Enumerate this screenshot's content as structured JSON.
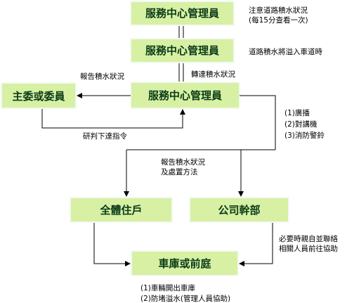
{
  "colors": {
    "box_fill": "#d7f0a4",
    "box_border": "#f2faf0",
    "box_text": "#0a3b17",
    "line": "#000000",
    "background": "#ffffff"
  },
  "boxes": {
    "manager_top": "服務中心管理員",
    "manager_mid": "服務中心管理員",
    "manager_main": "服務中心管理員",
    "committee": "主委或委員",
    "residents": "全體住戶",
    "company": "公司幹部",
    "garage": "車庫或前庭"
  },
  "notes": {
    "top_line1": "注意道路積水狀況",
    "top_line2": "(每15分查看一次)",
    "mid_line1": "道路積水將溢入車道時",
    "relay": "轉達積水狀況",
    "report_committee": "報告積水狀況",
    "discuss": "研判下達指令",
    "actions_1": "(1)廣播",
    "actions_2": "(2)對講機",
    "actions_3": "(3)消防警鈴",
    "report_method_1": "報告積水狀況",
    "report_method_2": "及處置方法",
    "company_note_1": "必要時親自並聯絡",
    "company_note_2": "相關人員前往協助",
    "garage_1": "(1)車輛開出車庫",
    "garage_2": "(2)防堵溢水(管理人員協助)"
  }
}
